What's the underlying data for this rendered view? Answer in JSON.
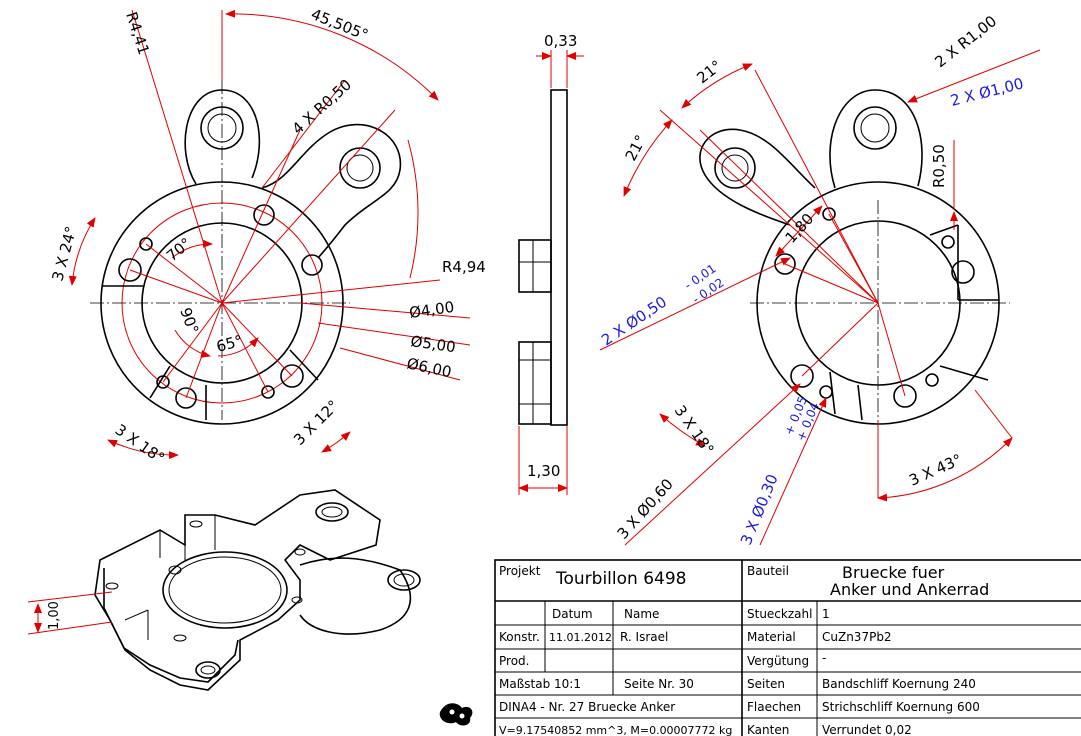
{
  "dimensions": {
    "r441": "R4,41",
    "a45505": "45,505°",
    "r050x4": "4 X R0,50",
    "a70": "70°",
    "a90": "90°",
    "a65": "65°",
    "a24x3": "3 X 24°",
    "r494": "R4,94",
    "d400": "Ø4,00",
    "d500": "Ø5,00",
    "d600": "Ø6,00",
    "a18x3_left": "3 X 18°",
    "a12x3": "3 X 12°",
    "w033": "0,33",
    "w130": "1,30",
    "h100": "1,00",
    "a21_top": "21°",
    "a21_left": "21°",
    "r100x2": "2 X R1,00",
    "r050": "R0,50",
    "v180": "1,80",
    "a18x3_right": "3 X 18°",
    "d060x3": "3 X Ø0,60",
    "a43x3": "3 X 43°"
  },
  "blue_dimensions": {
    "d100x2": "2 X Ø1,00",
    "d050x2": "2 X Ø0,50",
    "tol050_upper": "- 0,01",
    "tol050_lower": "- 0,02",
    "d030x3": "3 X Ø0,30",
    "tol030_upper": "+ 0,05",
    "tol030_lower": "+ 0,04"
  },
  "title_block": {
    "projekt_label": "Projekt",
    "projekt_value": "Tourbillon 6498",
    "bauteil_label": "Bauteil",
    "bauteil_value_1": "Bruecke fuer",
    "bauteil_value_2": "Anker und Ankerrad",
    "datum_label": "Datum",
    "name_label": "Name",
    "stueckzahl_label": "Stueckzahl",
    "stueckzahl_value": "1",
    "konstr_label": "Konstr.",
    "konstr_date": "11.01.2012",
    "konstr_name": "R. Israel",
    "material_label": "Material",
    "material_value": "CuZn37Pb2",
    "prod_label": "Prod.",
    "verguetung_label": "Vergütung",
    "verguetung_value": "-",
    "massstab": "Maßstab  10:1",
    "seite": "Seite Nr. 30",
    "seiten_label": "Seiten",
    "seiten_value": "Bandschliff Koernung 240",
    "format": "DINA4 - Nr. 27 Bruecke Anker",
    "flaechen_label": "Flaechen",
    "flaechen_value": "Strichschliff Koernung 600",
    "volume": "V=9.17540852 mm^3, M=0.00007772 kg",
    "kanten_label": "Kanten",
    "kanten_value": "Verrundet 0,02"
  }
}
